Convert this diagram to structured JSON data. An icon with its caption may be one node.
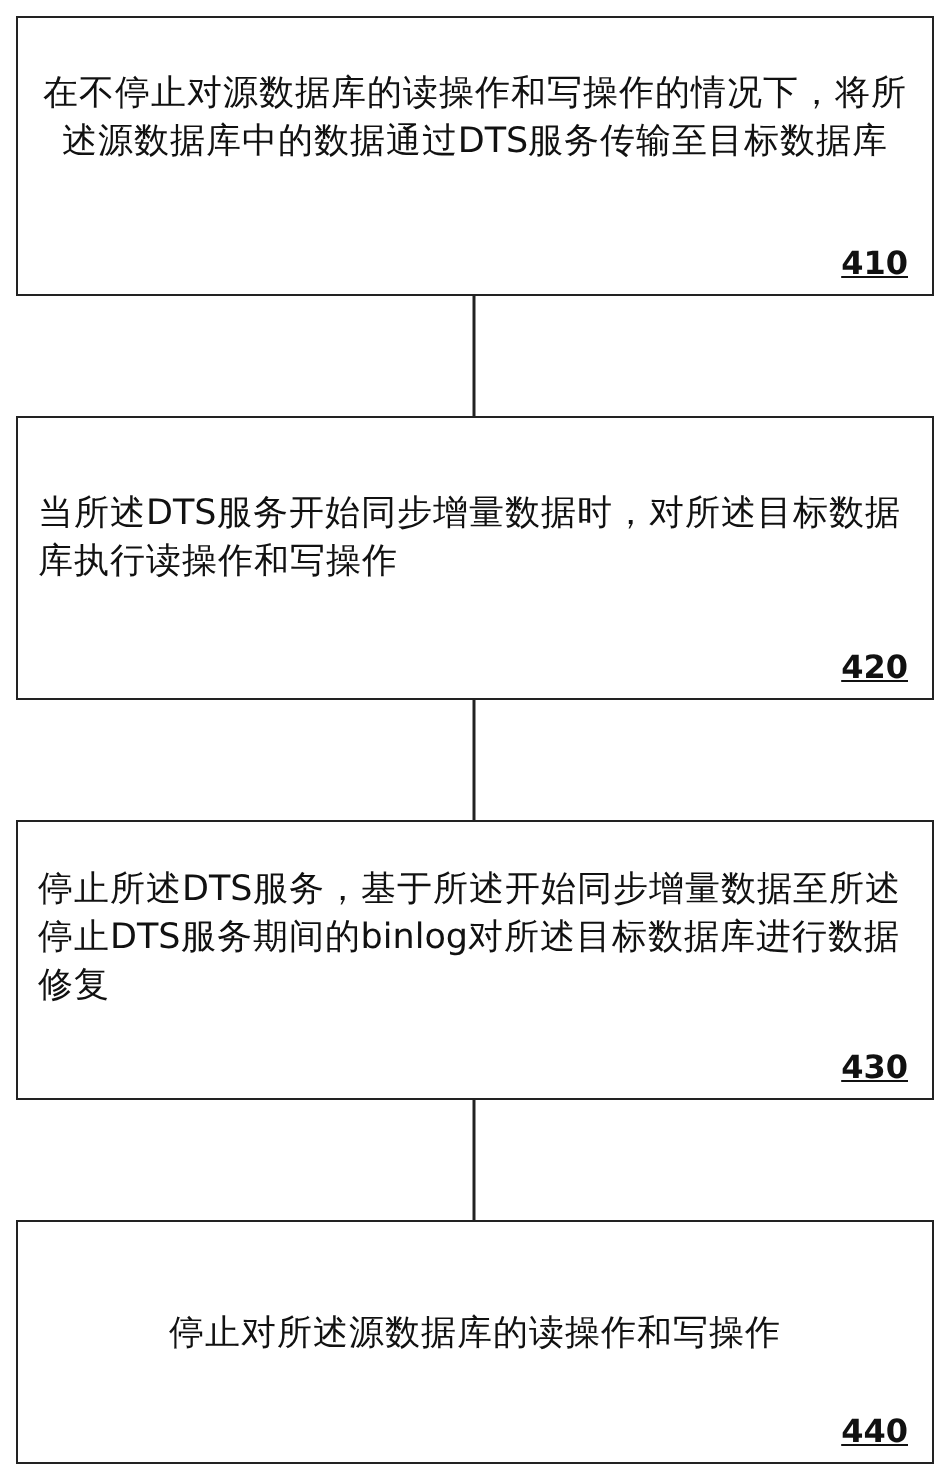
{
  "diagram": {
    "nodes": [
      {
        "text": [
          "在不停止对源数据库的读操作和写操作的情况下，将所述源数据库中的数据通过DTS服务传输至目标数据库",
          "410"
        ]
      },
      {
        "text": [
          "当所述DTS服务开始同步增量数据时，对所述目标数据库执行读操作和写操作",
          "420"
        ]
      },
      {
        "text": [
          "停止所述DTS服务，基于所述开始同步增量数据至所述停止DTS服务期间的binlog对所述目标数据库进行数据修复",
          "430"
        ]
      },
      {
        "text": [
          "停止对所述源数据库的读操作和写操作",
          "440"
        ]
      }
    ],
    "edges": [
      {
        "from": 0,
        "to": 1,
        "arrow": "none"
      },
      {
        "from": 1,
        "to": 2,
        "arrow": "none"
      },
      {
        "from": 2,
        "to": 3,
        "arrow": "none"
      }
    ]
  }
}
